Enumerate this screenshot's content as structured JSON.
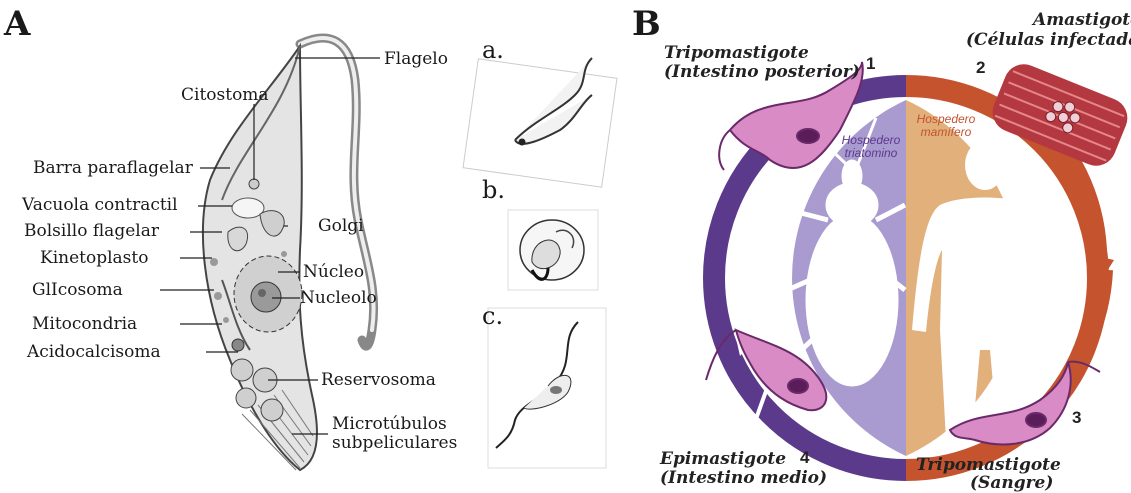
{
  "panel_a": {
    "letter": "A",
    "labels": {
      "flagelo": "Flagelo",
      "citostoma": "Citostoma",
      "barra": "Barra paraflagelar",
      "vacuola": "Vacuola contractil",
      "bolsillo": "Bolsillo flagelar",
      "kinetoplasto": "Kinetoplasto",
      "glicosoma": "GlIcosoma",
      "mitocondria": "Mitocondria",
      "acidocalcisoma": "Acidocalcisoma",
      "golgi": "Golgi",
      "nucleo": "Núcleo",
      "nucleolo": "Nucleolo",
      "reservosoma": "Reservosoma",
      "microtubulos_1": "Microtúbulos",
      "microtubulos_2": "subpeliculares"
    },
    "sub_panels": [
      "a.",
      "b.",
      "c."
    ]
  },
  "panel_b": {
    "letter": "B",
    "stages": [
      {
        "num": "1",
        "name": "Tripomastigote",
        "site": "(Intestino posterior)"
      },
      {
        "num": "2",
        "name": "Amastigote",
        "site": "(Células infectadas)"
      },
      {
        "num": "3",
        "name": "Tripomastigote",
        "site": "(Sangre)"
      },
      {
        "num": "4",
        "name": "Epimastigote",
        "site": "(Intestino medio)"
      }
    ],
    "host_vector": [
      "Hospedero",
      "triatomino"
    ],
    "host_mammal": [
      "Hospedero",
      "mamífero"
    ],
    "colors": {
      "vector_ring": "#5b3a8c",
      "vector_fill": "#a99ad0",
      "mammal_ring": "#c4532e",
      "mammal_fill": "#e2b07a",
      "parasite": "#d98bc6"
    }
  }
}
